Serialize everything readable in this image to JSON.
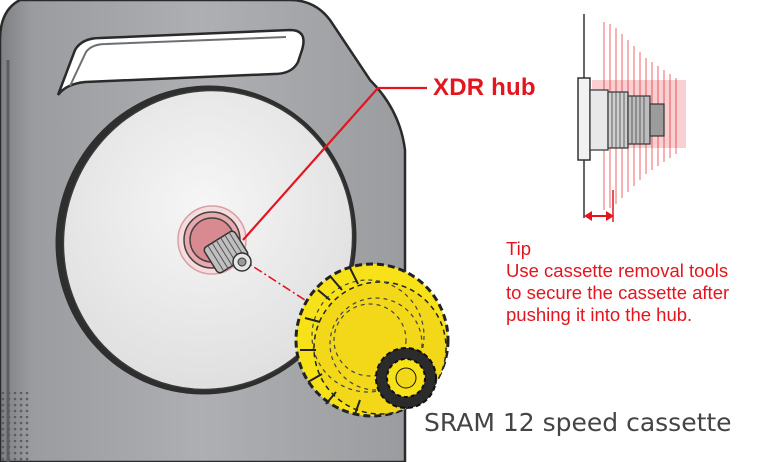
{
  "labels": {
    "hub": "XDR hub",
    "cassette": "SRAM 12 speed cassette"
  },
  "tip": {
    "heading": "Tip",
    "lines": [
      "Use cassette removal tools",
      "to secure the cassette after",
      "pushing it into the hub."
    ]
  },
  "colors": {
    "accent_red": "#e3151f",
    "trainer_body": "#a7a9ac",
    "disc": "#ececec",
    "cassette_yellow": "#f7e21a",
    "text_gray": "#444444"
  },
  "icons": [
    "trainer-body-icon",
    "flywheel-disc-icon",
    "xdr-hub-icon",
    "cassette-icon",
    "hub-detail-icon",
    "gap-arrow-icon"
  ]
}
